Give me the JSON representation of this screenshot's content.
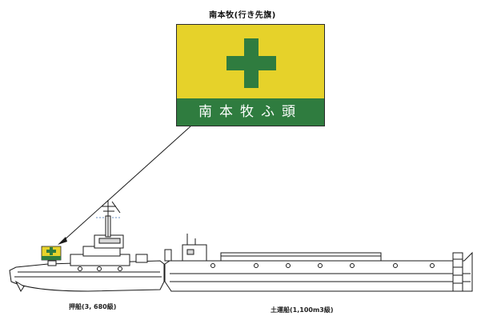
{
  "diagram": {
    "title": "南本牧(行き先旗)",
    "flag": {
      "label": "南本牧ふ頭",
      "colors": {
        "flag_bg": "#e6d22a",
        "flag_band": "#2f7c3f",
        "cross": "#2f7c3f"
      }
    },
    "tug": {
      "caption": "押船(3, 680級)"
    },
    "barge": {
      "caption": "土運船(1,100m3級)"
    }
  }
}
